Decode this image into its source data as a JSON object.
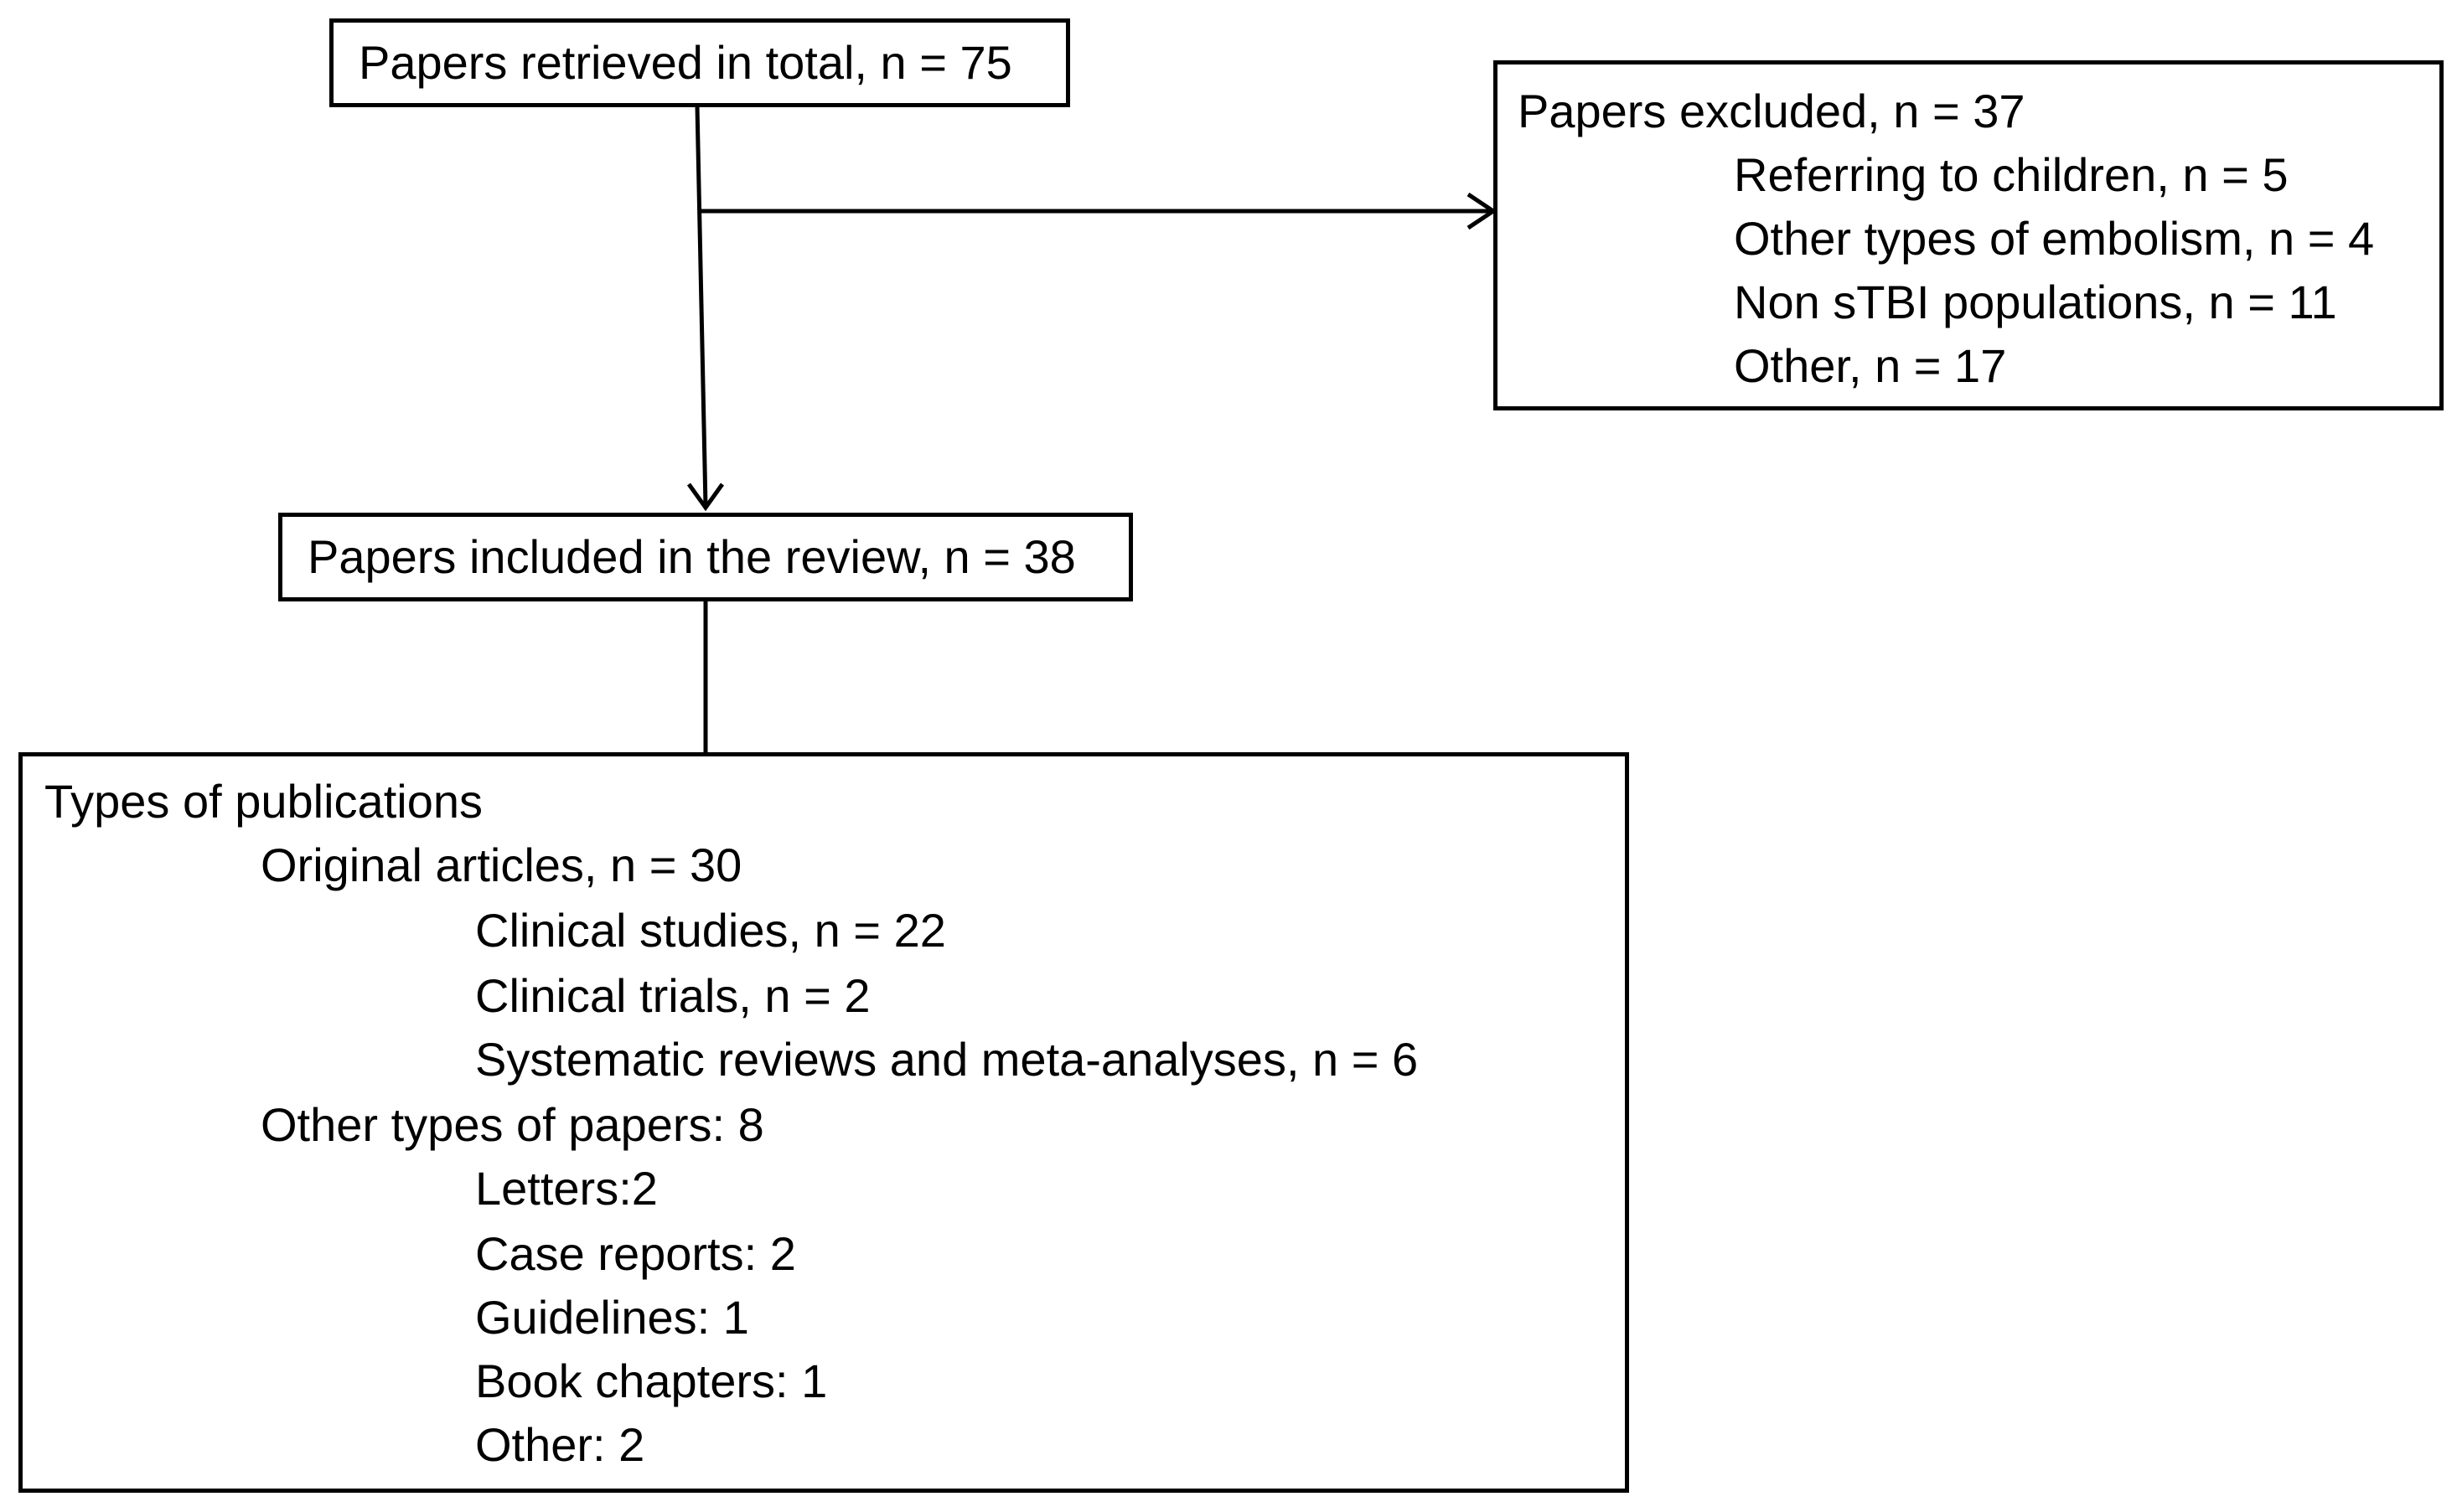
{
  "retrieved": {
    "label": "Papers retrieved in total, n = 75"
  },
  "excluded": {
    "title": "Papers excluded, n = 37",
    "items": [
      "Referring to children, n = 5",
      "Other types of embolism, n = 4",
      "Non sTBI populations, n = 11",
      "Other, n = 17"
    ]
  },
  "included": {
    "label": "Papers included in the review, n = 38"
  },
  "types": {
    "title": "Types of publications",
    "original": {
      "label": "Original articles, n = 30",
      "items": [
        "Clinical studies, n = 22",
        "Clinical trials, n = 2",
        "Systematic reviews and meta-analyses, n = 6"
      ]
    },
    "other": {
      "label": "Other types of papers: 8",
      "items": [
        "Letters:2",
        "Case reports: 2",
        "Guidelines: 1",
        "Book chapters: 1",
        "Other: 2"
      ]
    }
  }
}
